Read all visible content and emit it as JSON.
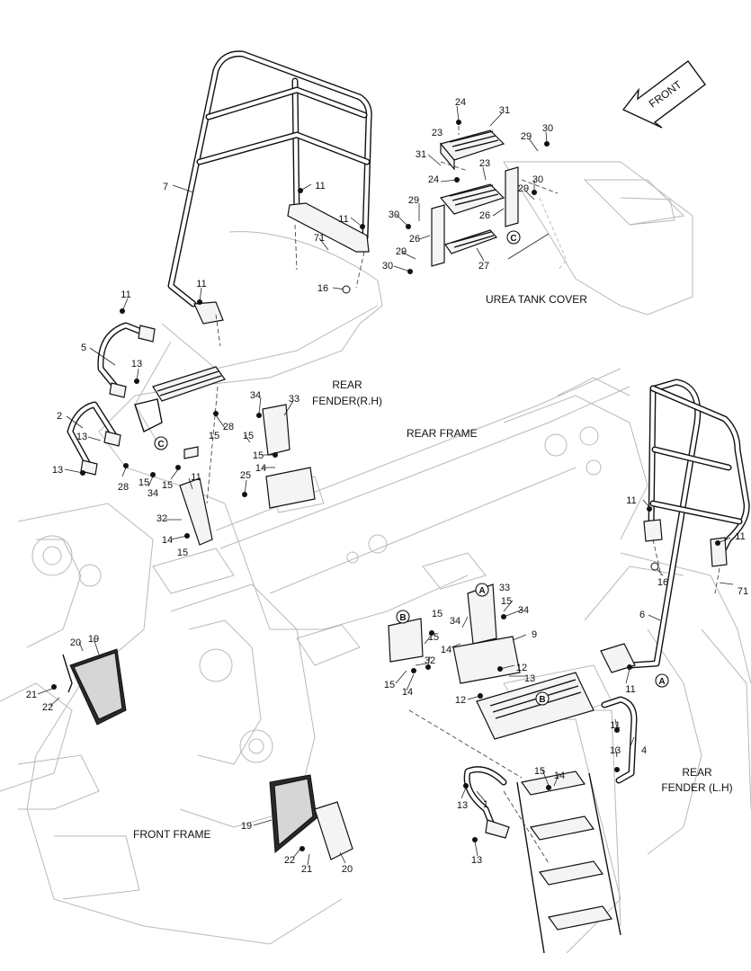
{
  "labels": {
    "front": "FRONT",
    "urea_tank_cover": "UREA TANK COVER",
    "rear_fender_rh_line1": "REAR",
    "rear_fender_rh_line2": "FENDER(R.H)",
    "rear_frame": "REAR FRAME",
    "front_frame": "FRONT FRAME",
    "rear_fender_lh_line1": "REAR",
    "rear_fender_lh_line2": "FENDER (L.H)"
  },
  "refs": {
    "a": "A",
    "b": "B",
    "c": "C"
  },
  "callouts": [
    "1",
    "2",
    "4",
    "5",
    "6",
    "7",
    "9",
    "11",
    "12",
    "13",
    "14",
    "15",
    "16",
    "19",
    "20",
    "21",
    "22",
    "23",
    "24",
    "25",
    "26",
    "27",
    "28",
    "29",
    "30",
    "31",
    "32",
    "33",
    "34",
    "71"
  ]
}
